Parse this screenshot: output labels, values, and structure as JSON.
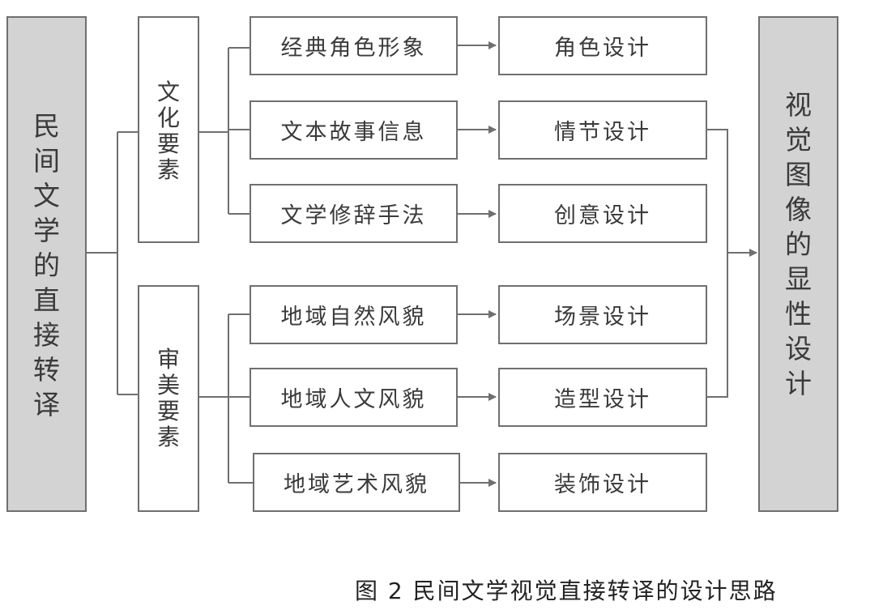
{
  "left_box": {
    "chars": [
      "民",
      "间",
      "文",
      "学",
      "的",
      "直",
      "接",
      "转",
      "译"
    ]
  },
  "category_culture": {
    "chars": [
      "文",
      "化",
      "要",
      "素"
    ]
  },
  "category_aesthetic": {
    "chars": [
      "审",
      "美",
      "要",
      "素"
    ]
  },
  "elements": [
    "经典角色形象",
    "文本故事信息",
    "文学修辞手法",
    "地域自然风貌",
    "地域人文风貌",
    "地域艺术风貌"
  ],
  "designs": [
    "角色设计",
    "情节设计",
    "创意设计",
    "场景设计",
    "造型设计",
    "装饰设计"
  ],
  "right_box": {
    "chars": [
      "视",
      "觉",
      "图",
      "像",
      "的",
      "显",
      "性",
      "设",
      "计"
    ]
  },
  "caption": "图 2  民间文学视觉直接转译的设计思路",
  "colors": {
    "line": "#6f6f6f",
    "gray_fill": "#d3d3d3",
    "arrow": "#6f6f6f"
  }
}
